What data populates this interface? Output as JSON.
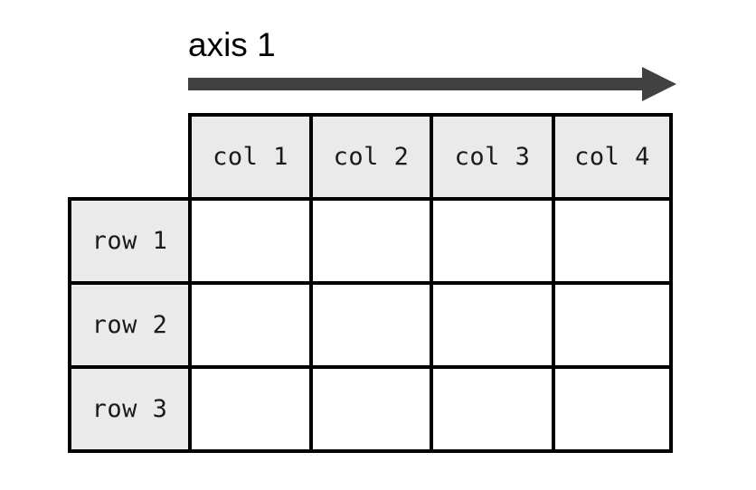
{
  "figure": {
    "title": "",
    "background_color": "#ffffff",
    "annotation": {
      "axis_label": "axis 1",
      "arrow_direction": "right",
      "arrow_color": "#414141"
    },
    "colors": {
      "header_background": "#eaeaea",
      "row_label_background": "#eaeaea",
      "body_background": "#ffffff",
      "border": "#000000",
      "text": "#1a1a1a",
      "label_text": "#000000"
    }
  },
  "chart_data": {
    "type": "table",
    "title": "axis 1",
    "xlabel": "axis 1",
    "ylabel": "",
    "grid": true,
    "legend": "none",
    "corner_label": "",
    "columns": [
      "col 1",
      "col 2",
      "col 3",
      "col 4"
    ],
    "rows": [
      "row 1",
      "row 2",
      "row 3"
    ],
    "values": [
      [
        "",
        "",
        "",
        ""
      ],
      [
        "",
        "",
        "",
        ""
      ],
      [
        "",
        "",
        "",
        ""
      ]
    ],
    "annotations": [
      {
        "text": "axis 1",
        "type": "axis-arrow",
        "direction": "right",
        "applies_to": "columns"
      }
    ]
  }
}
